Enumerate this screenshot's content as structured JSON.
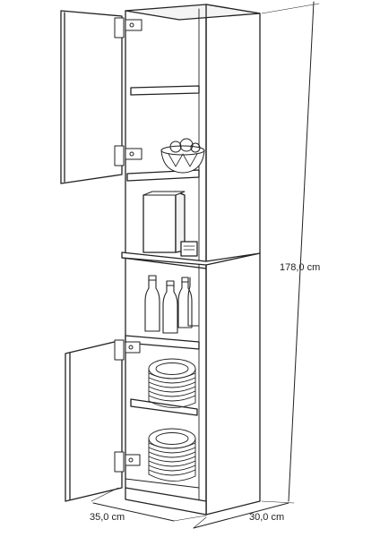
{
  "dimensions": {
    "height": "178,0 cm",
    "width": "35,0 cm",
    "depth": "30,0 cm"
  },
  "item": {
    "type": "tall storage cabinet",
    "upper_door": "open",
    "lower_door": "open",
    "contents": [
      "fruit-bowl",
      "cereal-box",
      "small-box",
      "bottles",
      "plate-stack",
      "plate-stack"
    ]
  }
}
